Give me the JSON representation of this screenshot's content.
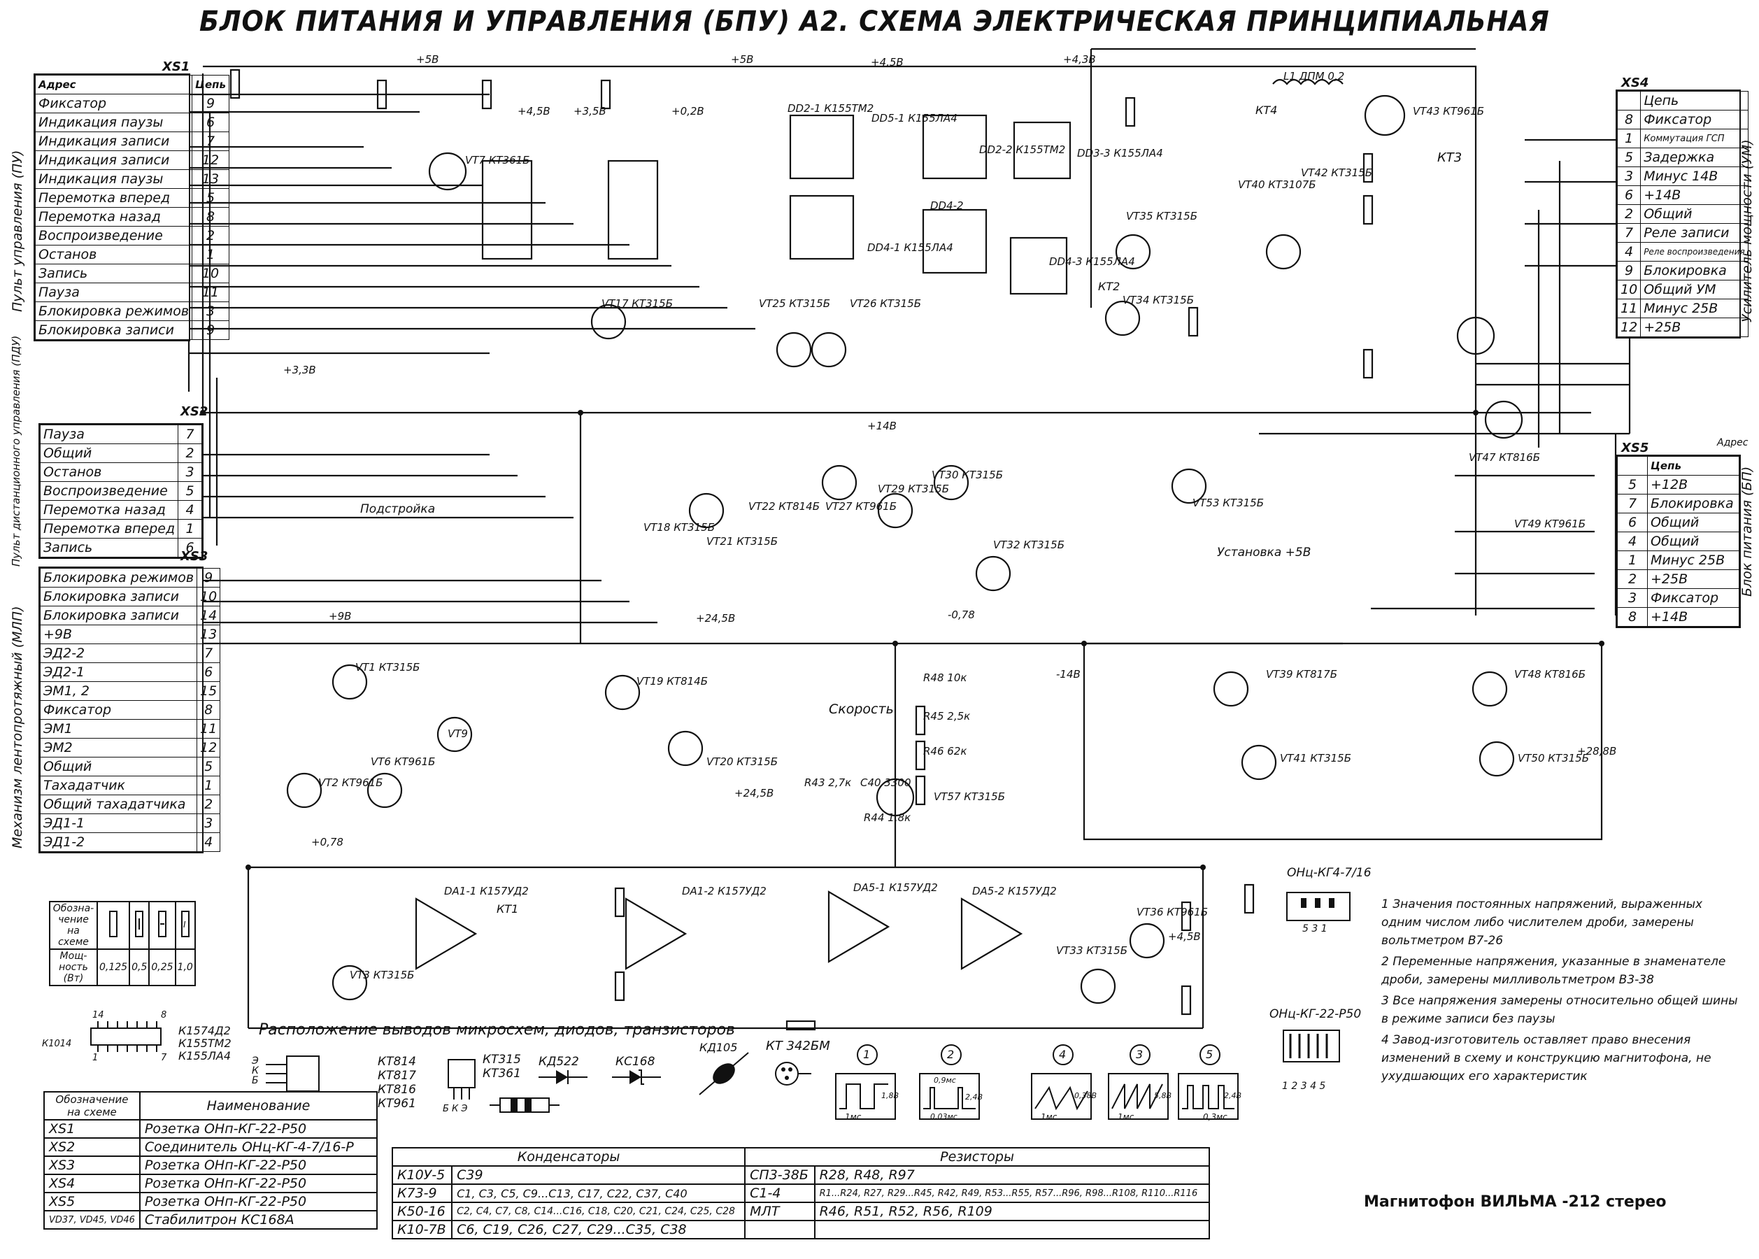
{
  "title": "БЛОК ПИТАНИЯ И УПРАВЛЕНИЯ (БПУ) А2. СХЕМА ЭЛЕКТРИЧЕСКАЯ   ПРИНЦИПИАЛЬНАЯ",
  "model_caption": "Магнитофон ВИЛЬМА -212 стерео",
  "xs1": {
    "label": "XS1",
    "header": [
      "Адрес",
      "Цепь"
    ],
    "side_label": "Пульт управления (ПУ)",
    "rows": [
      {
        "name": "Фиксатор",
        "pin": "9"
      },
      {
        "name": "Индикация паузы",
        "pin": "6"
      },
      {
        "name": "Индикация записи",
        "pin": "7"
      },
      {
        "name": "Индикация записи",
        "pin": "12"
      },
      {
        "name": "Индикация паузы",
        "pin": "13"
      },
      {
        "name": "Перемотка вперед",
        "pin": "5"
      },
      {
        "name": "Перемотка назад",
        "pin": "8"
      },
      {
        "name": "Воспроизведение",
        "pin": "2"
      },
      {
        "name": "Останов",
        "pin": "1"
      },
      {
        "name": "Запись",
        "pin": "10"
      },
      {
        "name": "Пауза",
        "pin": "11"
      },
      {
        "name": "Блокировка режимов",
        "pin": "3"
      },
      {
        "name": "Блокировка записи",
        "pin": "9"
      }
    ]
  },
  "xs2": {
    "label": "XS2",
    "side_label": "Пульт дистанционного управления (ПДУ)",
    "rows": [
      {
        "name": "Пауза",
        "pin": "7"
      },
      {
        "name": "Общий",
        "pin": "2"
      },
      {
        "name": "Останов",
        "pin": "3"
      },
      {
        "name": "Воспроизведение",
        "pin": "5"
      },
      {
        "name": "Перемотка назад",
        "pin": "4"
      },
      {
        "name": "Перемотка вперед",
        "pin": "1"
      },
      {
        "name": "Запись",
        "pin": "6"
      }
    ]
  },
  "xs3": {
    "label": "XS3",
    "side_label": "Механизм лентопротяжный (МЛП)",
    "rows": [
      {
        "name": "Блокировка режимов",
        "pin": "9"
      },
      {
        "name": "Блокировка записи",
        "pin": "10"
      },
      {
        "name": "Блокировка записи",
        "pin": "14"
      },
      {
        "name": "+9В",
        "pin": "13"
      },
      {
        "name": "ЭД2-2",
        "pin": "7"
      },
      {
        "name": "ЭД2-1",
        "pin": "6"
      },
      {
        "name": "ЭМ1, 2",
        "pin": "15"
      },
      {
        "name": "Фиксатор",
        "pin": "8"
      },
      {
        "name": "ЭМ1",
        "pin": "11"
      },
      {
        "name": "ЭМ2",
        "pin": "12"
      },
      {
        "name": "Общий",
        "pin": "5"
      },
      {
        "name": "Тахадатчик",
        "pin": "1"
      },
      {
        "name": "Общий тахадатчика",
        "pin": "2"
      },
      {
        "name": "ЭД1-1",
        "pin": "3"
      },
      {
        "name": "ЭД1-2",
        "pin": "4"
      }
    ]
  },
  "xs4": {
    "label": "XS4",
    "side_label": "Усилитель мощности (УМ)",
    "rows": [
      {
        "pin": "",
        "name": "Цепь"
      },
      {
        "pin": "8",
        "name": "Фиксатор"
      },
      {
        "pin": "1",
        "name": "Коммутация ГСП"
      },
      {
        "pin": "5",
        "name": "Задержка"
      },
      {
        "pin": "3",
        "name": "Минус 14В"
      },
      {
        "pin": "6",
        "name": "+14В"
      },
      {
        "pin": "2",
        "name": "Общий"
      },
      {
        "pin": "7",
        "name": "Реле записи"
      },
      {
        "pin": "4",
        "name": "Реле воспроизведения"
      },
      {
        "pin": "9",
        "name": "Блокировка"
      },
      {
        "pin": "10",
        "name": "Общий УМ"
      },
      {
        "pin": "11",
        "name": "Минус 25В"
      },
      {
        "pin": "12",
        "name": "+25В"
      }
    ]
  },
  "xs5": {
    "label": "XS5",
    "side_label": "Блок питания (БП)",
    "header": [
      "Цепь",
      "Адрес"
    ],
    "rows": [
      {
        "pin": "5",
        "name": "+12В"
      },
      {
        "pin": "7",
        "name": "Блокировка"
      },
      {
        "pin": "6",
        "name": "Общий"
      },
      {
        "pin": "4",
        "name": "Общий"
      },
      {
        "pin": "1",
        "name": "Минус 25В"
      },
      {
        "pin": "2",
        "name": "+25В"
      },
      {
        "pin": "3",
        "name": "Фиксатор"
      },
      {
        "pin": "8",
        "name": "+14В"
      }
    ]
  },
  "components": [
    "DD2-1 К155ТМ2",
    "DD2-2 К155ТМ2",
    "DD5-1 К155ЛА4",
    "DD3-3 К155ЛА4",
    "DD4-1 К155ЛА4",
    "DD4-2",
    "DD4-3 К155ЛА4",
    "VT7 КТ361Б",
    "VT17 КТ315Б",
    "VT25 КТ315Б",
    "VT26 КТ315Б",
    "VT35 КТ315Б",
    "VT34 КТ315Б",
    "VT40 КТ3107Б",
    "VT42 КТ315Б",
    "VT43 КТ961Б",
    "VT22 КТ814Б",
    "VT27 КТ961Б",
    "VT29 КТ315Б",
    "VT30 КТ315Б",
    "VT18 КТ315Б",
    "VT21 КТ315Б",
    "VT32 КТ315Б",
    "VT53 КТ315Б",
    "VT47 КТ816Б",
    "VT49 КТ961Б",
    "VT19 КТ814Б",
    "VT20 КТ315Б",
    "VT57 КТ315Б",
    "VT39 КТ817Б",
    "VT41 КТ315Б",
    "VT48 КТ816Б",
    "VT50 КТ315Б",
    "VT36 КТ961Б",
    "VT33 КТ315Б",
    "VT2 КТ961Б",
    "VT3 КТ315Б",
    "VT6 КТ961Б",
    "VT9",
    "VT1 КТ315Б",
    "DA1-1 К157УД2",
    "DA1-2 К157УД2",
    "DA5-1 К157УД2",
    "DA5-2 К157УД2",
    "L1 ДПМ 0,2",
    "R48 10к",
    "R45 2,5к",
    "R46 62к",
    "R43 2,7к",
    "C40 3300",
    "R44 1,8к"
  ],
  "labels": {
    "podstroika": "Подстройка",
    "ustanovka": "Установка +5В",
    "skorost": "Скорость",
    "kt3": "КТ3",
    "kt4": "КТ4",
    "kt2": "КТ2",
    "kt1": "КТ1"
  },
  "rail_labels": [
    "+5В",
    "+4,5В",
    "+3,5В",
    "+0,2В",
    "+5В",
    "+4,5В",
    "+4,3В",
    "+3,3В",
    "+14В",
    "+24,5В",
    "+9В",
    "-14В",
    "-0,78",
    "+0,78",
    "+24,5В",
    "+28,8В",
    "+4,5В"
  ],
  "pin_layout_caption": "Расположение выводов микросхем, диодов, транзисторов",
  "pin_layout_parts": {
    "ic": [
      "К1574Д2",
      "К155ТМ2",
      "К155ЛА4"
    ],
    "ic_body": "К1014",
    "ic_pins": [
      "14",
      "8",
      "1",
      "7"
    ],
    "transistors1": [
      "КТ814",
      "КТ817",
      "КТ816",
      "КТ961"
    ],
    "transistors2": [
      "КТ315",
      "КТ361"
    ],
    "diode1": "КД522",
    "diode2": "КС168",
    "diode3": "КД105",
    "transistor3": "КТ 342БМ",
    "ebk": [
      "Э",
      "К",
      "Б"
    ],
    "bke": "Б К Э"
  },
  "power_table": {
    "rows": [
      {
        "label": "Обозна-чение на схеме",
        "cells": [
          "",
          "",
          "",
          ""
        ]
      },
      {
        "label": "Мощ-ность (Вт)",
        "cells": [
          "0,125",
          "0,5",
          "0,25",
          "1,0"
        ]
      }
    ]
  },
  "waveforms": [
    {
      "num": "1",
      "label_a": "1мс",
      "label_b": "1,8В"
    },
    {
      "num": "2",
      "label_a": "0,03мс",
      "label_b": "2,4В",
      "label_c": "0,9мс"
    },
    {
      "num": "4",
      "label_a": "1мс",
      "label_b": "0,38В"
    },
    {
      "num": "3",
      "label_a": "1мс",
      "label_b": "5,8В"
    },
    {
      "num": "5",
      "label_a": "0,3мс",
      "label_b": "2,4В"
    }
  ],
  "connectors_small": [
    {
      "label": "ОНц-КГ4-7/16",
      "pins": "5  3  1"
    },
    {
      "label": "ОНц-КГ-22-Р50",
      "pins": "1 2 3 4 5"
    }
  ],
  "notes": [
    "1 Значения постоянных напряжений, выраженных одним числом либо числителем дроби, замерены вольтметром В7-26",
    "2 Переменные напряжения, указанные в знаменателе дроби, замерены милливольтметром В3-38",
    "3 Все напряжения замерены относительно общей шины в режиме записи без паузы",
    "4 Завод-изготовитель оставляет право внесения изменений в схему и конструкцию магнитофона, не ухудшающих его характеристик"
  ],
  "designation_table": {
    "headers": [
      "Обозначение на схеме",
      "Наименование"
    ],
    "rows": [
      [
        "XS1",
        "Розетка ОНп-КГ-22-Р50"
      ],
      [
        "XS2",
        "Соединитель ОНц-КГ-4-7/16-Р"
      ],
      [
        "XS3",
        "Розетка ОНп-КГ-22-Р50"
      ],
      [
        "XS4",
        "Розетка ОНп-КГ-22-Р50"
      ],
      [
        "XS5",
        "Розетка ОНп-КГ-22-Р50"
      ],
      [
        "VD37, VD45, VD46",
        "Стабилитрон КС168А"
      ]
    ]
  },
  "parts_table": {
    "headers": [
      "Конденсаторы",
      "Резисторы"
    ],
    "rows": [
      [
        "К10У-5",
        "С39",
        "СП3-38Б",
        "R28, R48, R97"
      ],
      [
        "К73-9",
        "С1, С3, С5, С9...С13, С17, С22, С37, С40",
        "С1-4",
        "R1...R24, R27, R29...R45, R42, R49, R53...R55, R57...R96, R98...R108, R110...R116"
      ],
      [
        "К50-16",
        "С2, С4, С7, С8, С14...С16, С18, С20, С21, С24, С25, С28",
        "МЛТ",
        "R46, R51, R52, R56, R109"
      ],
      [
        "К10-7В",
        "С6, С19, С26, С27, С29...С35, С38",
        "",
        ""
      ]
    ]
  }
}
